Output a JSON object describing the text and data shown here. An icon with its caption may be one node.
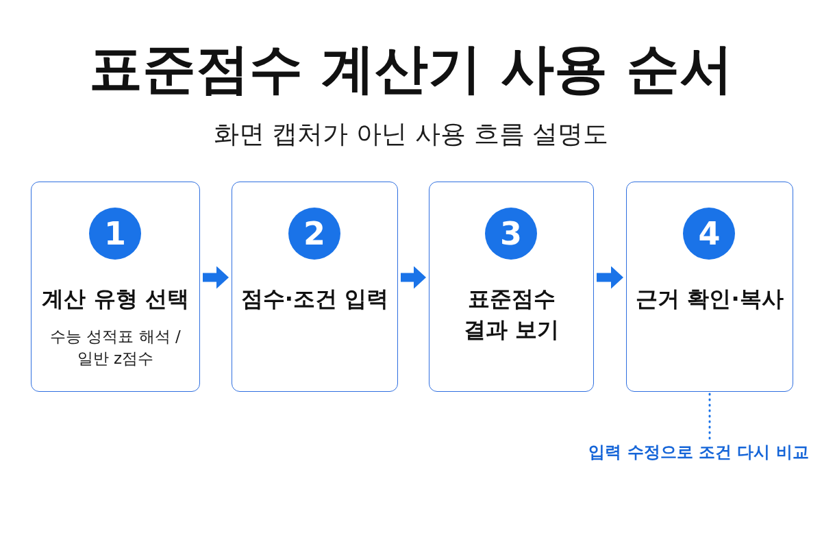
{
  "diagram": {
    "title": "표준점수 계산기 사용 순서",
    "nodes": [
      {
        "text": [
          "계산 유형 선택",
          "수능 성적표 해석 / 일반 z점수"
        ]
      },
      {
        "text": [
          "1"
        ],
        "in": 0
      },
      {
        "text": [
          "점수·조건 입력"
        ]
      },
      {
        "text": [
          "2"
        ],
        "in": 2
      },
      {
        "text": [
          "표준점수 결과 보기"
        ]
      },
      {
        "text": [
          "3"
        ],
        "in": 4
      },
      {
        "text": [
          "근거 확인·복사"
        ]
      },
      {
        "text": [
          "4"
        ],
        "in": 6
      },
      {
        "text": [
          "입력 수정으로 조건 다시 비교"
        ]
      }
    ],
    "edges": [
      {
        "from": 0,
        "to": 2,
        "arrow": "to"
      },
      {
        "from": 2,
        "to": 4,
        "arrow": "to"
      },
      {
        "from": 4,
        "to": 6,
        "arrow": "to"
      },
      {
        "from": 6,
        "to": 8,
        "arrow": "none",
        "style": "dashed"
      }
    ],
    "labels": [
      "화면 캡처가 아닌 사용 흐름 설명도"
    ]
  }
}
